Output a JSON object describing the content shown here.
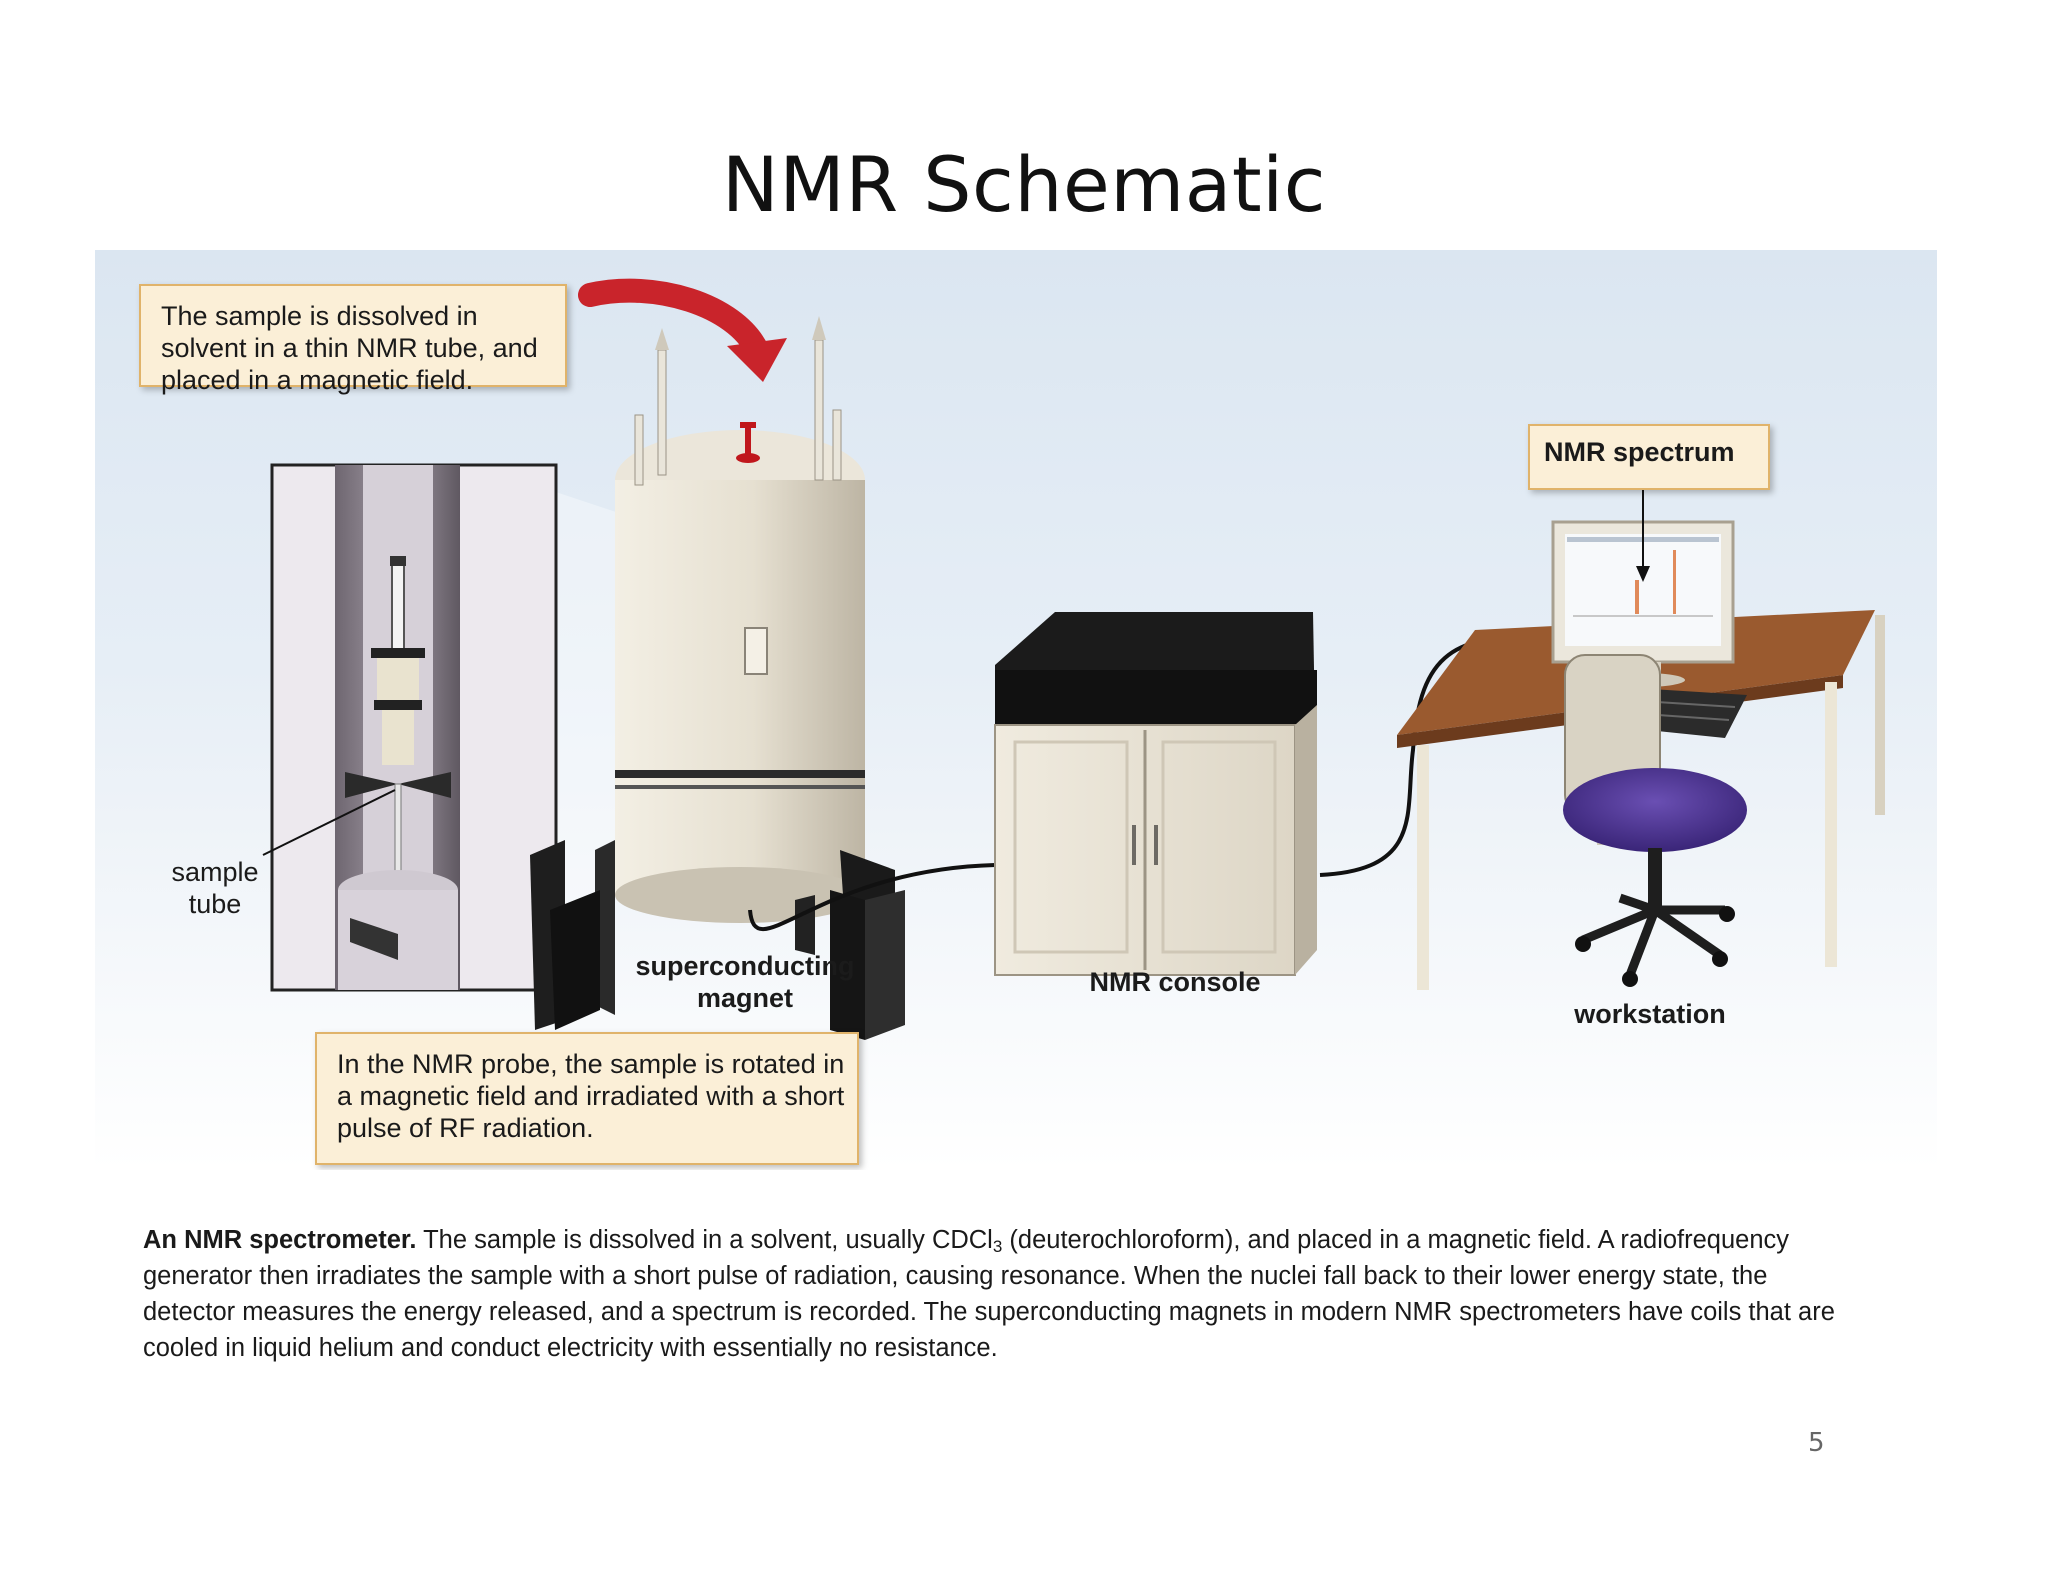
{
  "slide": {
    "title": "NMR Schematic",
    "page_number": "5"
  },
  "figure": {
    "callouts": {
      "sample": "The sample is dissolved in solvent in a thin NMR tube, and placed in a magnetic field.",
      "spectrum": "NMR spectrum",
      "probe": "In the NMR probe, the sample is rotated in a magnetic field and irradiated with a short pulse of RF radiation."
    },
    "labels": {
      "sample_tube": "sample tube",
      "magnet": "superconducting magnet",
      "console": "NMR console",
      "workstation": "workstation"
    }
  },
  "caption": {
    "lead": "An NMR spectrometer.",
    "text_1": " The sample is dissolved in a solvent, usually CDCl",
    "subscript": "3",
    "text_2": " (deuterochloroform), and placed in a magnetic field. A radiofrequency generator then irradiates the sample with a short pulse of radiation, causing resonance. When the nuclei fall back to their lower energy state, the detector measures the energy released, and a spectrum is recorded. The superconducting magnets in modern NMR spectrometers have coils that are cooled in liquid helium and conduct electricity with essentially no resistance."
  }
}
